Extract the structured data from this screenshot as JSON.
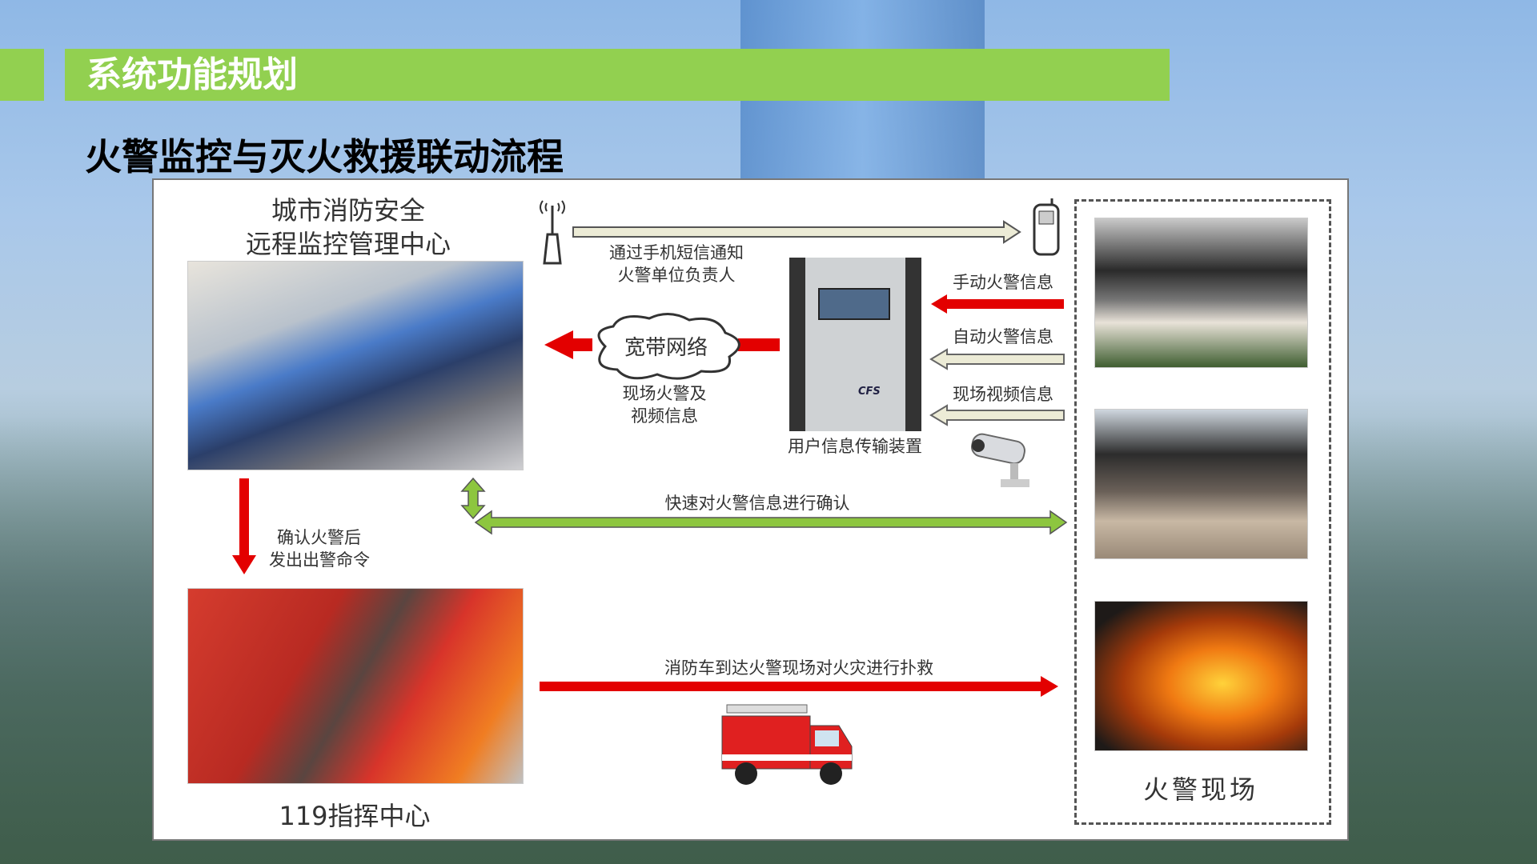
{
  "header": {
    "title": "系统功能规划",
    "subtitle": "火警监控与灭火救援联动流程"
  },
  "diagram": {
    "monitor_center": [
      "城市消防安全",
      "远程监控管理中心"
    ],
    "command_center": "119指挥中心",
    "fire_scene": "火警现场",
    "sms_notice": [
      "通过手机短信通知",
      "火警单位负责人"
    ],
    "network": "宽带网络",
    "network_info": [
      "现场火警及",
      "视频信息"
    ],
    "device": "用户信息传输装置",
    "device_brand": "CFS",
    "manual_alarm": "手动火警信息",
    "auto_alarm": "自动火警信息",
    "video_info": "现场视频信息",
    "confirm": "快速对火警信息进行确认",
    "dispatch": [
      "确认火警后",
      "发出出警命令"
    ],
    "rescue": "消防车到达火警现场对火灾进行扑救"
  },
  "colors": {
    "accent": "#92d050",
    "red_arrow": "#e30000",
    "green_arrow": "#8dc63f"
  }
}
